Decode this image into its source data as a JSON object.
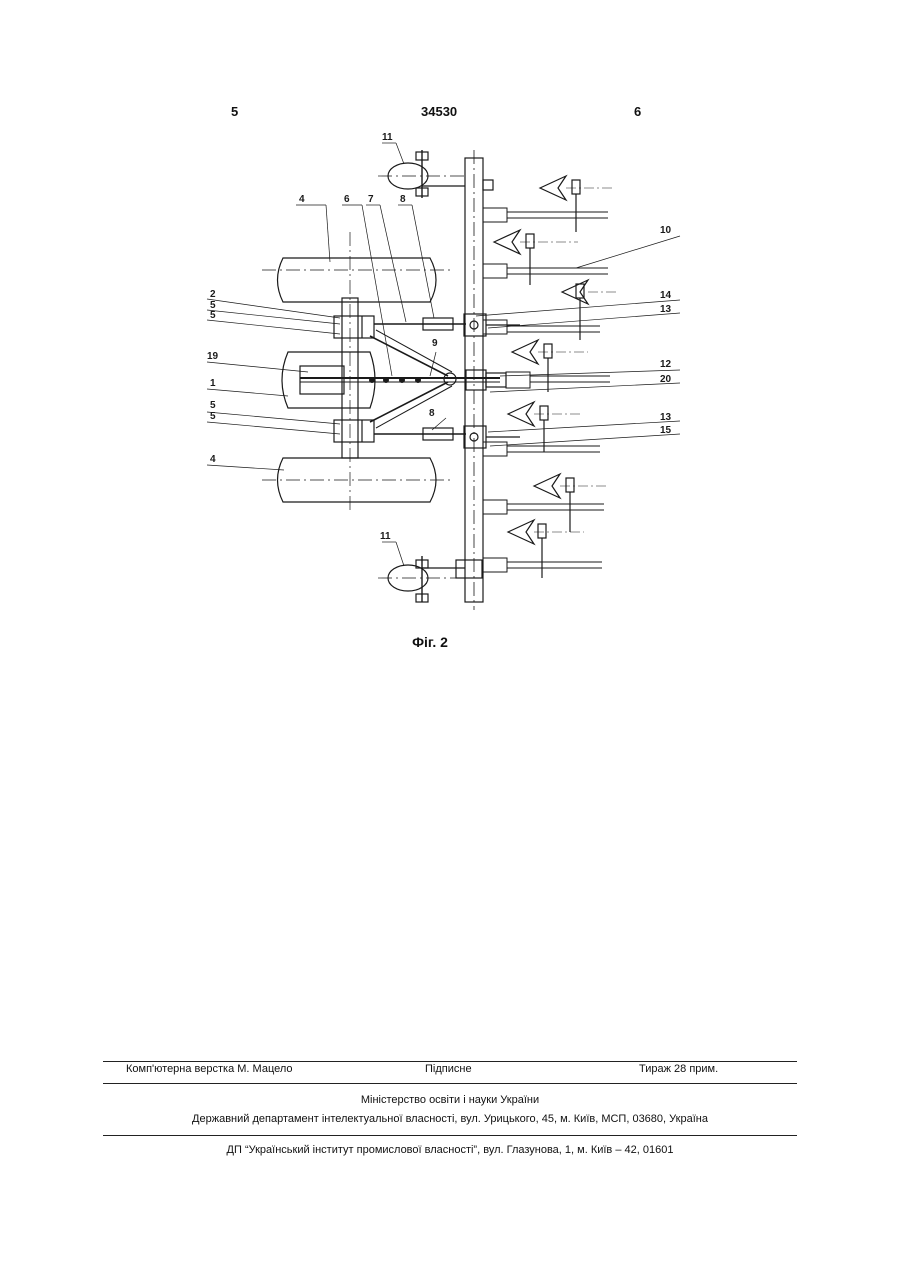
{
  "header": {
    "page_left": "5",
    "patent_number": "34530",
    "page_right": "6"
  },
  "figure": {
    "caption": "Фіг. 2",
    "labels": {
      "l1": "1",
      "l2": "2",
      "l4a": "4",
      "l4b": "4",
      "l5a": "5",
      "l5b": "5",
      "l5c": "5",
      "l5d": "5",
      "l6": "6",
      "l7": "7",
      "l8a": "8",
      "l8b": "8",
      "l9": "9",
      "l10": "10",
      "l11a": "11",
      "l11b": "11",
      "l12": "12",
      "l13a": "13",
      "l13b": "13",
      "l14": "14",
      "l15": "15",
      "l19": "19",
      "l20": "20"
    }
  },
  "footer": {
    "layout": "Комп'ютерна верстка М. Мацело",
    "signed": "Підписне",
    "circulation": "Тираж 28 прим.",
    "ministry": "Міністерство освіти і науки України",
    "department": "Державний департамент інтелектуальної власності, вул. Урицького, 45, м. Київ, МСП, 03680, Україна",
    "institute": "ДП “Український інститут промислової власності”, вул. Глазунова, 1, м. Київ – 42, 01601"
  }
}
